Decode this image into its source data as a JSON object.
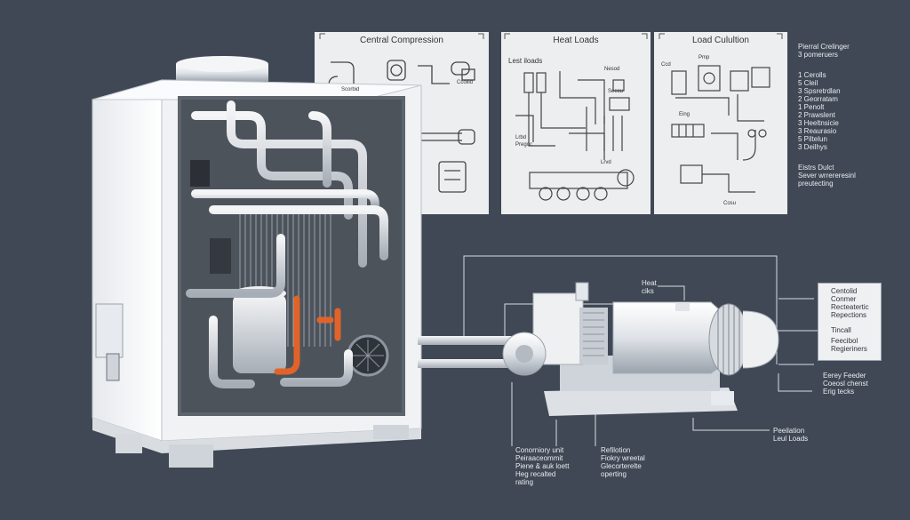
{
  "panels": {
    "central_compression": {
      "title": "Central Compression",
      "labels": [
        "Scorbid",
        "Ccoilid"
      ]
    },
    "heat_loads": {
      "title": "Heat Loads",
      "subtitle": "Lest iloads",
      "labels": [
        "Nesod",
        "Seecu",
        "Lrbd",
        "Pregoc",
        "Lrvd"
      ]
    },
    "load_calculation": {
      "title": "Load Culultion",
      "labels": [
        "Ccd",
        "Pmp",
        "Eing",
        "Cosu"
      ]
    }
  },
  "right_list": {
    "group1": "Pierral Crelinger\n3 pomeruers",
    "group2": "1 Cerolls\n5 Cleil\n3 Spsretrdlan\n2 Georratam",
    "group3": "1 Penolt\n2 Prawslent\n3 Heeltnsicie\n3 Reaurasio",
    "group4": "5 Piltelun\n3 Deilhys",
    "group5": "Eistrs Dulct\nSever wrrereresinl\npreutecting"
  },
  "callouts": {
    "heat_label": "Heat\nciks",
    "box_top": "Centolid\nConmer\nRecteatertic\nRepections",
    "box_mid": "Tincall",
    "box_bottom": "Feecibol\nRegieriners",
    "right_lower": "Eerey Feeder\nCoeosl chenst\nErig tecks",
    "bottom_right": "Peeilation\nLeul Loads",
    "bottom_left": "Conorniory unit\nPeiraaceommit\nPiene & auk loett\nHeg recalted\nrating",
    "bottom_mid": "Refilotion\nFiokry wreetal\nGlecorterelte\noperting"
  },
  "colors": {
    "background": "#3f4854",
    "unit_body": "#f2f3f5",
    "pipe": "#d9dde2",
    "accent_pipe": "#e0642a",
    "panel_bg": "#eceeef"
  }
}
